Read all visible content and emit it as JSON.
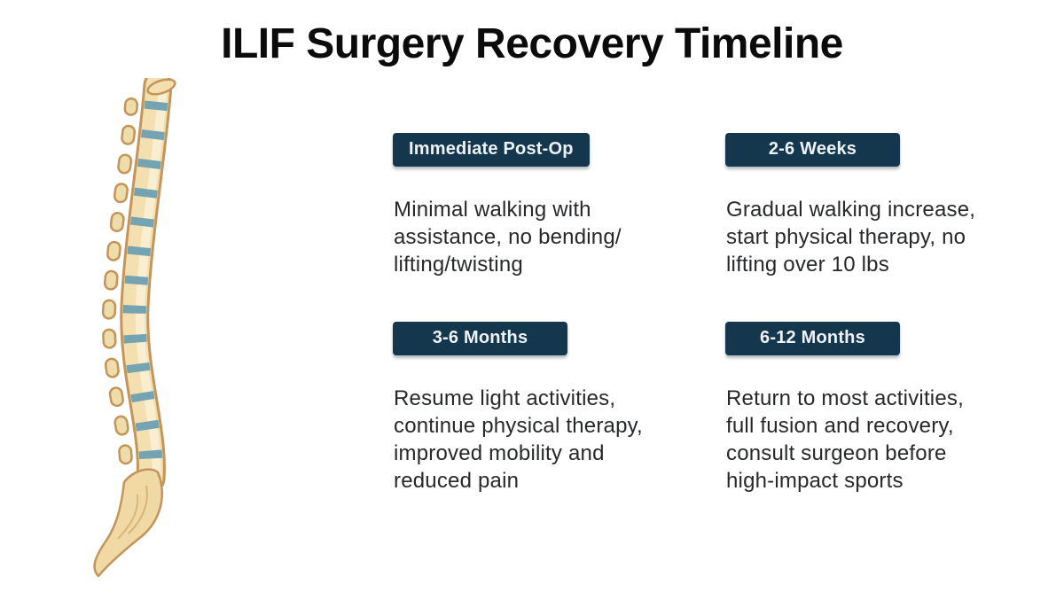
{
  "title": "ILIF Surgery Recovery Timeline",
  "illustration": {
    "name": "lateral-spine-illustration",
    "description_of_graphic": "side view of human spinal column with cream vertebrae, teal intervertebral discs and sacrum curving to a coccyx tail"
  },
  "colors": {
    "background": "#ffffff",
    "title_text": "#0b0b0c",
    "body_text": "#26282a",
    "badge_background": "#14374e",
    "badge_text": "#edf2f6",
    "bone": "#f3dfb0",
    "bone_outline": "#c3955a",
    "disc": "#74a3b2"
  },
  "phases": [
    {
      "label": "Immediate Post-Op",
      "description": "Minimal walking with\nassistance, no bending/\nlifting/twisting"
    },
    {
      "label": "2-6 Weeks",
      "description": "Gradual walking increase,\nstart physical therapy, no\nlifting over 10 lbs"
    },
    {
      "label": "3-6 Months",
      "description": "Resume light activities,\ncontinue physical therapy,\nimproved mobility and\nreduced pain"
    },
    {
      "label": "6-12 Months",
      "description": "Return to most activities,\nfull fusion and recovery,\nconsult surgeon before\nhigh-impact sports"
    }
  ]
}
